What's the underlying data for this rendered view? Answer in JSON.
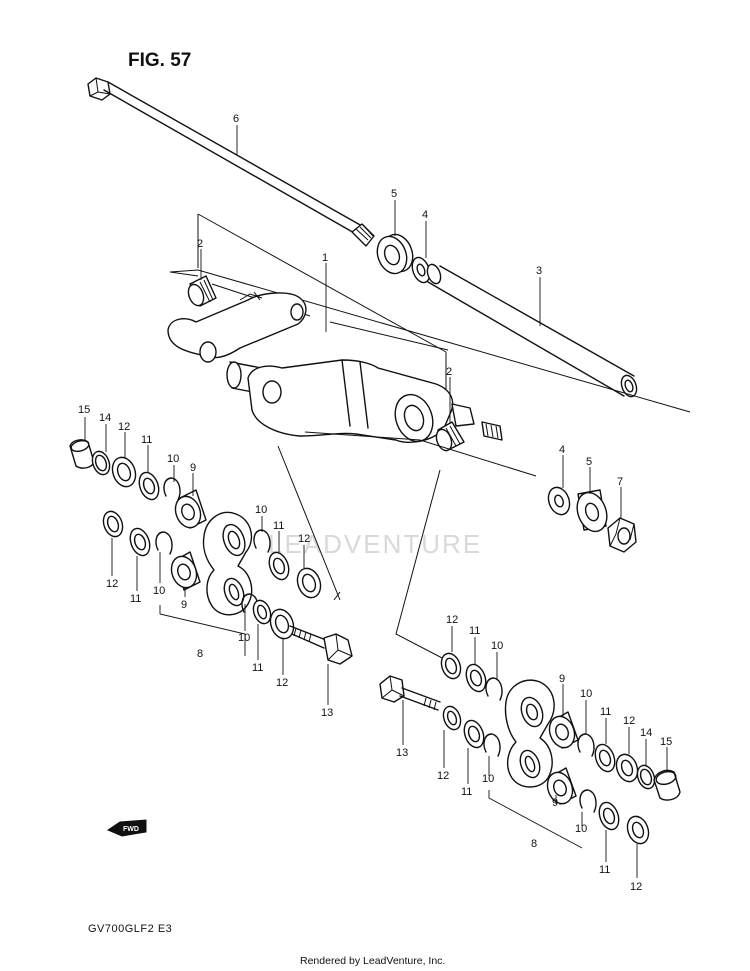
{
  "figure": {
    "title": "FIG. 57",
    "model_code": "GV700GLF2  E3",
    "credit": "Rendered by LeadVenture, Inc.",
    "watermark": "LEADVENTURE",
    "fwd_label": "FWD"
  },
  "callouts": [
    {
      "id": "c6",
      "text": "6"
    },
    {
      "id": "c5a",
      "text": "5"
    },
    {
      "id": "c4a",
      "text": "4"
    },
    {
      "id": "c3",
      "text": "3"
    },
    {
      "id": "c2a",
      "text": "2"
    },
    {
      "id": "c1",
      "text": "1"
    },
    {
      "id": "c2b",
      "text": "2"
    },
    {
      "id": "c4b",
      "text": "4"
    },
    {
      "id": "c5b",
      "text": "5"
    },
    {
      "id": "c7",
      "text": "7"
    },
    {
      "id": "L15",
      "text": "15"
    },
    {
      "id": "L14",
      "text": "14"
    },
    {
      "id": "L12a",
      "text": "12"
    },
    {
      "id": "L11a",
      "text": "11"
    },
    {
      "id": "L10a",
      "text": "10"
    },
    {
      "id": "L9a",
      "text": "9"
    },
    {
      "id": "L10b",
      "text": "10"
    },
    {
      "id": "L11b",
      "text": "11"
    },
    {
      "id": "L12b",
      "text": "12"
    },
    {
      "id": "L12c",
      "text": "12"
    },
    {
      "id": "L11c",
      "text": "11"
    },
    {
      "id": "L10c",
      "text": "10"
    },
    {
      "id": "L9b",
      "text": "9"
    },
    {
      "id": "L10d",
      "text": "10"
    },
    {
      "id": "L11d",
      "text": "11"
    },
    {
      "id": "L12d",
      "text": "12"
    },
    {
      "id": "L8",
      "text": "8"
    },
    {
      "id": "L13",
      "text": "13"
    },
    {
      "id": "R12a",
      "text": "12"
    },
    {
      "id": "R11a",
      "text": "11"
    },
    {
      "id": "R10a",
      "text": "10"
    },
    {
      "id": "R9a",
      "text": "9"
    },
    {
      "id": "R10b",
      "text": "10"
    },
    {
      "id": "R11b",
      "text": "11"
    },
    {
      "id": "R12b",
      "text": "12"
    },
    {
      "id": "R14",
      "text": "14"
    },
    {
      "id": "R15",
      "text": "15"
    },
    {
      "id": "R13",
      "text": "13"
    },
    {
      "id": "R12c",
      "text": "12"
    },
    {
      "id": "R11c",
      "text": "11"
    },
    {
      "id": "R10c",
      "text": "10"
    },
    {
      "id": "R9b",
      "text": "9"
    },
    {
      "id": "R10d",
      "text": "10"
    },
    {
      "id": "R8",
      "text": "8"
    },
    {
      "id": "R11d",
      "text": "11"
    },
    {
      "id": "R12d",
      "text": "12"
    }
  ]
}
